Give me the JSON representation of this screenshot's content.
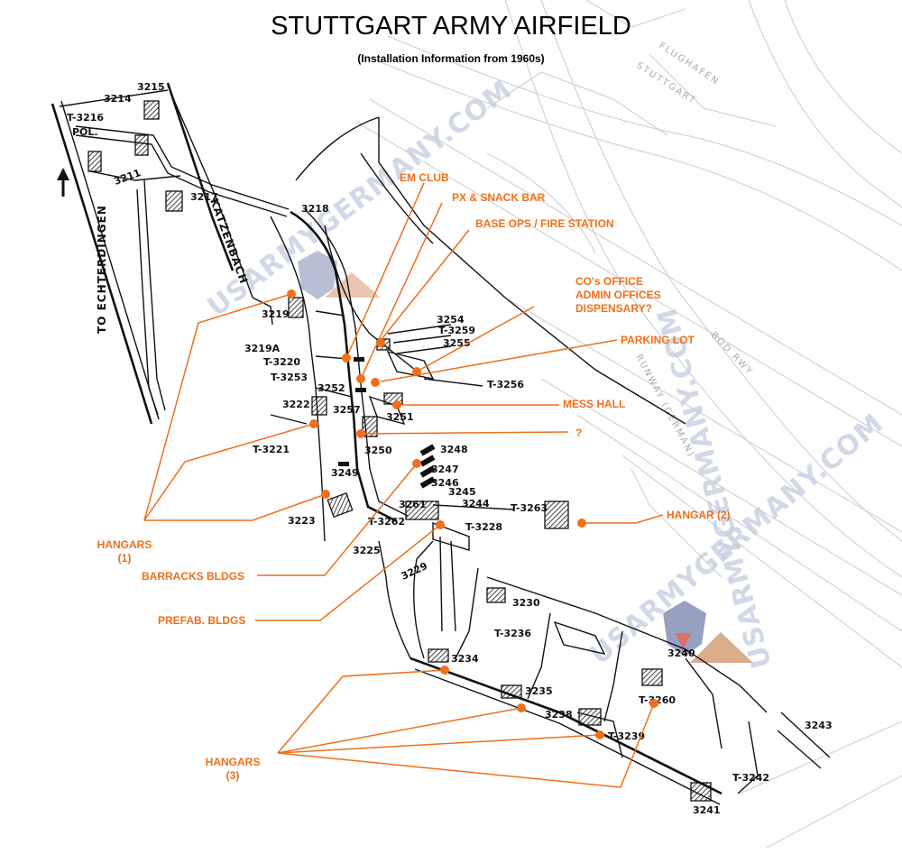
{
  "title": "STUTTGART ARMY AIRFIELD",
  "subtitle": "(Installation Information from 1960s)",
  "watermark": "USARMYGERMANY.COM",
  "background_labels": {
    "airport_name_1": "FLUGHAFEN",
    "airport_name_2": "STUTTGART",
    "runway_german": "RUNWAY (GERMAN)",
    "runway_rwy": "BOD RWY"
  },
  "roads": {
    "echterdingen": "TO ECHTERDINGEN",
    "katzenbach": "KATZENBACH"
  },
  "callouts": {
    "em_club": "EM CLUB",
    "px_snack_bar": "PX & SNACK BAR",
    "base_ops": "BASE OPS / FIRE STATION",
    "cos_office": "CO's OFFICE",
    "admin_offices": "ADMIN OFFICES",
    "dispensary": "DISPENSARY?",
    "parking_lot": "PARKING LOT",
    "mess_hall": "MESS HALL",
    "unknown": "?",
    "hangar_2": "HANGAR (2)",
    "hangars_1": "HANGARS",
    "hangars_1_count": "(1)",
    "barracks": "BARRACKS BLDGS",
    "prefab": "PREFAB. BLDGS",
    "hangars_3": "HANGARS",
    "hangars_3_count": "(3)"
  },
  "buildings": {
    "b3215": "3215",
    "b3214": "3214",
    "bT3216": "T-3216",
    "pol": "POL.",
    "b3211": "3211",
    "b3217": "3217",
    "b3218": "3218",
    "b3219": "3219",
    "b3219a": "3219A",
    "bT3220": "T-3220",
    "bT3253": "T-3253",
    "b3252": "3252",
    "b3222": "3222",
    "b3257": "3257",
    "bT3221": "T-3221",
    "b3251": "3251",
    "b3250": "3250",
    "b3254": "3254",
    "bT3259": "T-3259",
    "b3255": "3255",
    "bT3256": "T-3256",
    "b3248": "3248",
    "b3247": "3247",
    "b3246": "3246",
    "b3245": "3245",
    "b3244": "3244",
    "b3249": "3249",
    "b3261": "3261",
    "bT3263": "T-3263",
    "b3223": "3223",
    "bT3262": "T-3262",
    "bT3228": "T-3228",
    "b3225": "3225",
    "b3229": "3229",
    "b3230": "3230",
    "bT3236": "T-3236",
    "b3234": "3234",
    "b3240": "3240",
    "b3235": "3235",
    "bT3260": "T-3260",
    "b3238": "3238",
    "bT3239": "T-3239",
    "b3243": "3243",
    "bT3242": "T-3242",
    "b3241": "3241"
  },
  "colors": {
    "accent": "#ef6f1a",
    "ink": "#111111",
    "faint": "#cfcfcf"
  }
}
